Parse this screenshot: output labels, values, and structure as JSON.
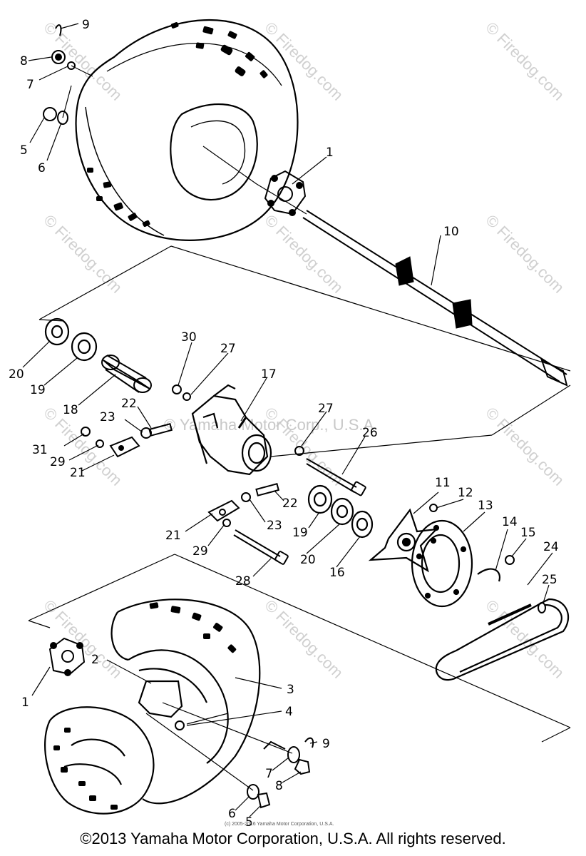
{
  "parts": {
    "p1": "1",
    "p2": "2",
    "p3": "3",
    "p4": "4",
    "p5": "5",
    "p6": "6",
    "p7": "7",
    "p8": "8",
    "p9": "9",
    "p10": "10",
    "p11": "11",
    "p12": "12",
    "p13": "13",
    "p14": "14",
    "p15": "15",
    "p16": "16",
    "p17": "17",
    "p18": "18",
    "p19": "19",
    "p20": "20",
    "p21": "21",
    "p22": "22",
    "p23": "23",
    "p24": "24",
    "p25": "25",
    "p26": "26",
    "p27": "27",
    "p28": "28",
    "p29": "29",
    "p30": "30",
    "p31": "31"
  },
  "watermark": {
    "brand": "© Firedog.com",
    "center_mark": "© Yamaha Motor Corp., U.S.A."
  },
  "small_print": "(c) 2005-2016 Yamaha Motor Corporation, U.S.A.",
  "copyright": "©2013 Yamaha Motor Corporation, U.S.A. All rights reserved."
}
